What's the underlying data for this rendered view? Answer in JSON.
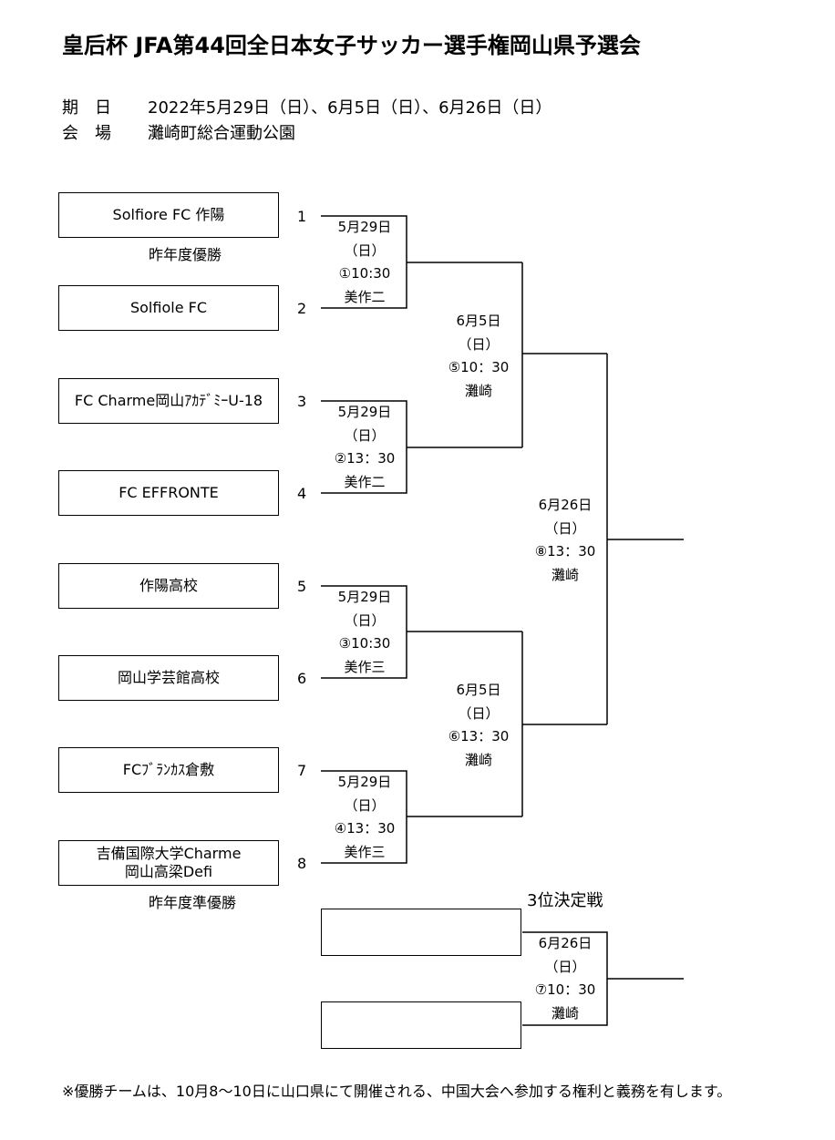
{
  "title": "皇后杯 JFA第44回全日本女子サッカー選手権岡山県予選会",
  "info": {
    "date_label": "期　日",
    "date_value": "2022年5月29日（日）、6月5日（日）、6月26日（日）",
    "venue_label": "会　場",
    "venue_value": "灘崎町総合運動公園"
  },
  "teams": [
    {
      "seed": "1",
      "line1": "Solfiore FC 作陽",
      "line2": "",
      "note": "昨年度優勝"
    },
    {
      "seed": "2",
      "line1": "Solfiole FC",
      "line2": "",
      "note": ""
    },
    {
      "seed": "3",
      "line1": "FC Charme岡山ｱｶﾃﾞﾐｰU-18",
      "line2": "",
      "note": ""
    },
    {
      "seed": "4",
      "line1": "FC EFFRONTE",
      "line2": "",
      "note": ""
    },
    {
      "seed": "5",
      "line1": "作陽高校",
      "line2": "",
      "note": ""
    },
    {
      "seed": "6",
      "line1": "岡山学芸館高校",
      "line2": "",
      "note": ""
    },
    {
      "seed": "7",
      "line1": "FCﾌﾞﾗﾝｶｽ倉敷",
      "line2": "",
      "note": ""
    },
    {
      "seed": "8",
      "line1": "吉備国際大学Charme",
      "line2": "岡山高梁Defi",
      "note": "昨年度準優勝"
    }
  ],
  "matches": {
    "m1": {
      "date": "5月29日",
      "day": "（日）",
      "time": "①10:30",
      "venue": "美作二"
    },
    "m2": {
      "date": "5月29日",
      "day": "（日）",
      "time": "②13：30",
      "venue": "美作二"
    },
    "m3": {
      "date": "5月29日",
      "day": "（日）",
      "time": "③10:30",
      "venue": "美作三"
    },
    "m4": {
      "date": "5月29日",
      "day": "（日）",
      "time": "④13：30",
      "venue": "美作三"
    },
    "m5": {
      "date": "6月5日",
      "day": "（日）",
      "time": "⑤10：30",
      "venue": "灘崎"
    },
    "m6": {
      "date": "6月5日",
      "day": "（日）",
      "time": "⑥13：30",
      "venue": "灘崎"
    },
    "m8": {
      "date": "6月26日",
      "day": "（日）",
      "time": "⑧13：30",
      "venue": "灘崎"
    },
    "m7": {
      "date": "6月26日",
      "day": "（日）",
      "time": "⑦10：30",
      "venue": "灘崎"
    }
  },
  "third_place_title": "3位決定戦",
  "footnote": "※優勝チームは、10月8～10日に山口県にて開催される、中国大会へ参加する権利と義務を有します。"
}
